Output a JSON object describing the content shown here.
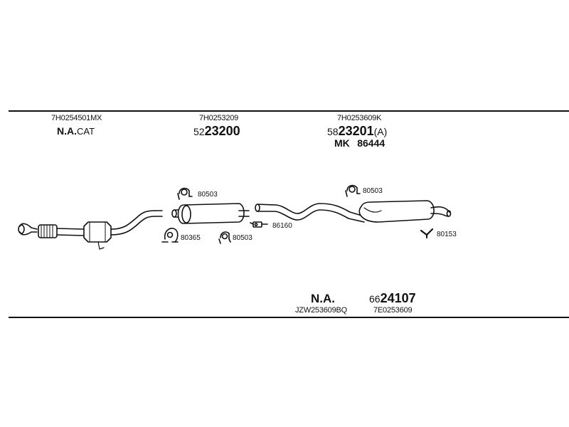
{
  "labels": {
    "cat_oe": "7H0254501MX",
    "cat_na": "N.A.",
    "cat_suffix": "CAT",
    "mid_oe": "7H0253209",
    "mid_prefix": "52",
    "mid_number": "23200",
    "rear_oe": "7H0253609K",
    "rear_prefix": "58",
    "rear_number": "23201",
    "rear_suffix": "(A)",
    "mk_label": "MK",
    "mk_number": "86444",
    "alt_na": "N.A.",
    "alt_oe": "JZW253609BQ",
    "alt2_prefix": "66",
    "alt2_number": "24107",
    "alt2_oe": "7E0253609"
  },
  "parts": {
    "clamp_front": "80503",
    "clamp_rear": "80503",
    "clamp_lower": "80503",
    "gasket": "80365",
    "bracket": "86160",
    "hanger": "80153"
  },
  "colors": {
    "line": "#111111",
    "fill": "#ffffff"
  }
}
